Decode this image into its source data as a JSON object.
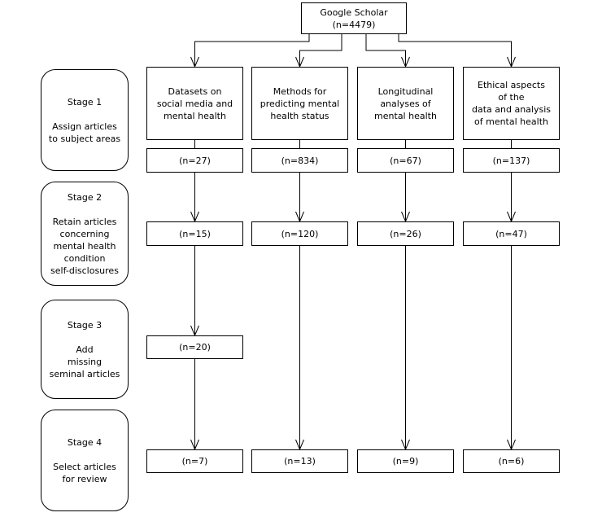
{
  "diagram": {
    "source_box": {
      "label": "Google Scholar\n(n=4479)"
    },
    "stages": [
      {
        "title": "Stage 1",
        "body": "Assign articles\nto subject areas"
      },
      {
        "title": "Stage 2",
        "body": "Retain articles\nconcerning\nmental health\ncondition\nself-disclosures"
      },
      {
        "title": "Stage 3",
        "body": "Add\nmissing\nseminal articles"
      },
      {
        "title": "Stage 4",
        "body": "Select articles\nfor review"
      }
    ],
    "columns": [
      {
        "header": "Datasets on\nsocial media and\nmental health",
        "counts": [
          "(n=27)",
          "(n=15)",
          "(n=20)",
          "(n=7)"
        ]
      },
      {
        "header": "Methods for\npredicting mental\nhealth status",
        "counts": [
          "(n=834)",
          "(n=120)",
          "(n=13)"
        ]
      },
      {
        "header": "Longitudinal\nanalyses of\nmental health",
        "counts": [
          "(n=67)",
          "(n=26)",
          "(n=9)"
        ]
      },
      {
        "header": "Ethical aspects\nof the\ndata and analysis\nof mental health",
        "counts": [
          "(n=137)",
          "(n=47)",
          "(n=6)"
        ]
      }
    ],
    "colors": {
      "background": "#ffffff",
      "box_fill": "#ffffff",
      "box_border": "#000000",
      "line": "#000000",
      "text": "#000000"
    }
  }
}
